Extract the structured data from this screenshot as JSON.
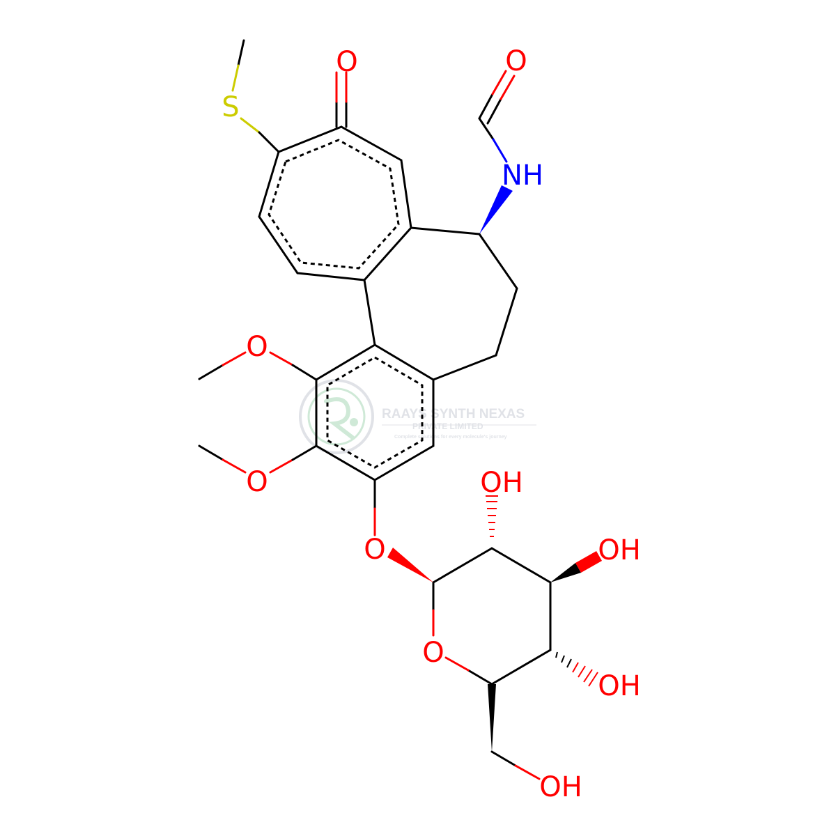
{
  "colors": {
    "bond": "#000000",
    "oxygen": "#ff0000",
    "nitrogen": "#0000ff",
    "sulfur": "#cccc00",
    "watermark": "#c8ccd4",
    "watermark_logo": "#a8d8b8"
  },
  "atoms": {
    "sulfur": "S",
    "ketone_oxygen": "O",
    "formyl_oxygen": "O",
    "amide_nitrogen": "NH",
    "methoxy_oxygen_1": "O",
    "methoxy_oxygen_2": "O",
    "glycoside_oxygen": "O",
    "ring_oxygen": "O",
    "hydroxyl_2": "OH",
    "hydroxyl_3": "OH",
    "hydroxyl_4": "OH",
    "hydroxyl_6": "OH"
  },
  "watermark": {
    "company": "RAAYS SYNTH NEXAS",
    "subtitle": "PRIVATE LIMITED",
    "tagline": "Complete solutions for every molecule's journey"
  }
}
